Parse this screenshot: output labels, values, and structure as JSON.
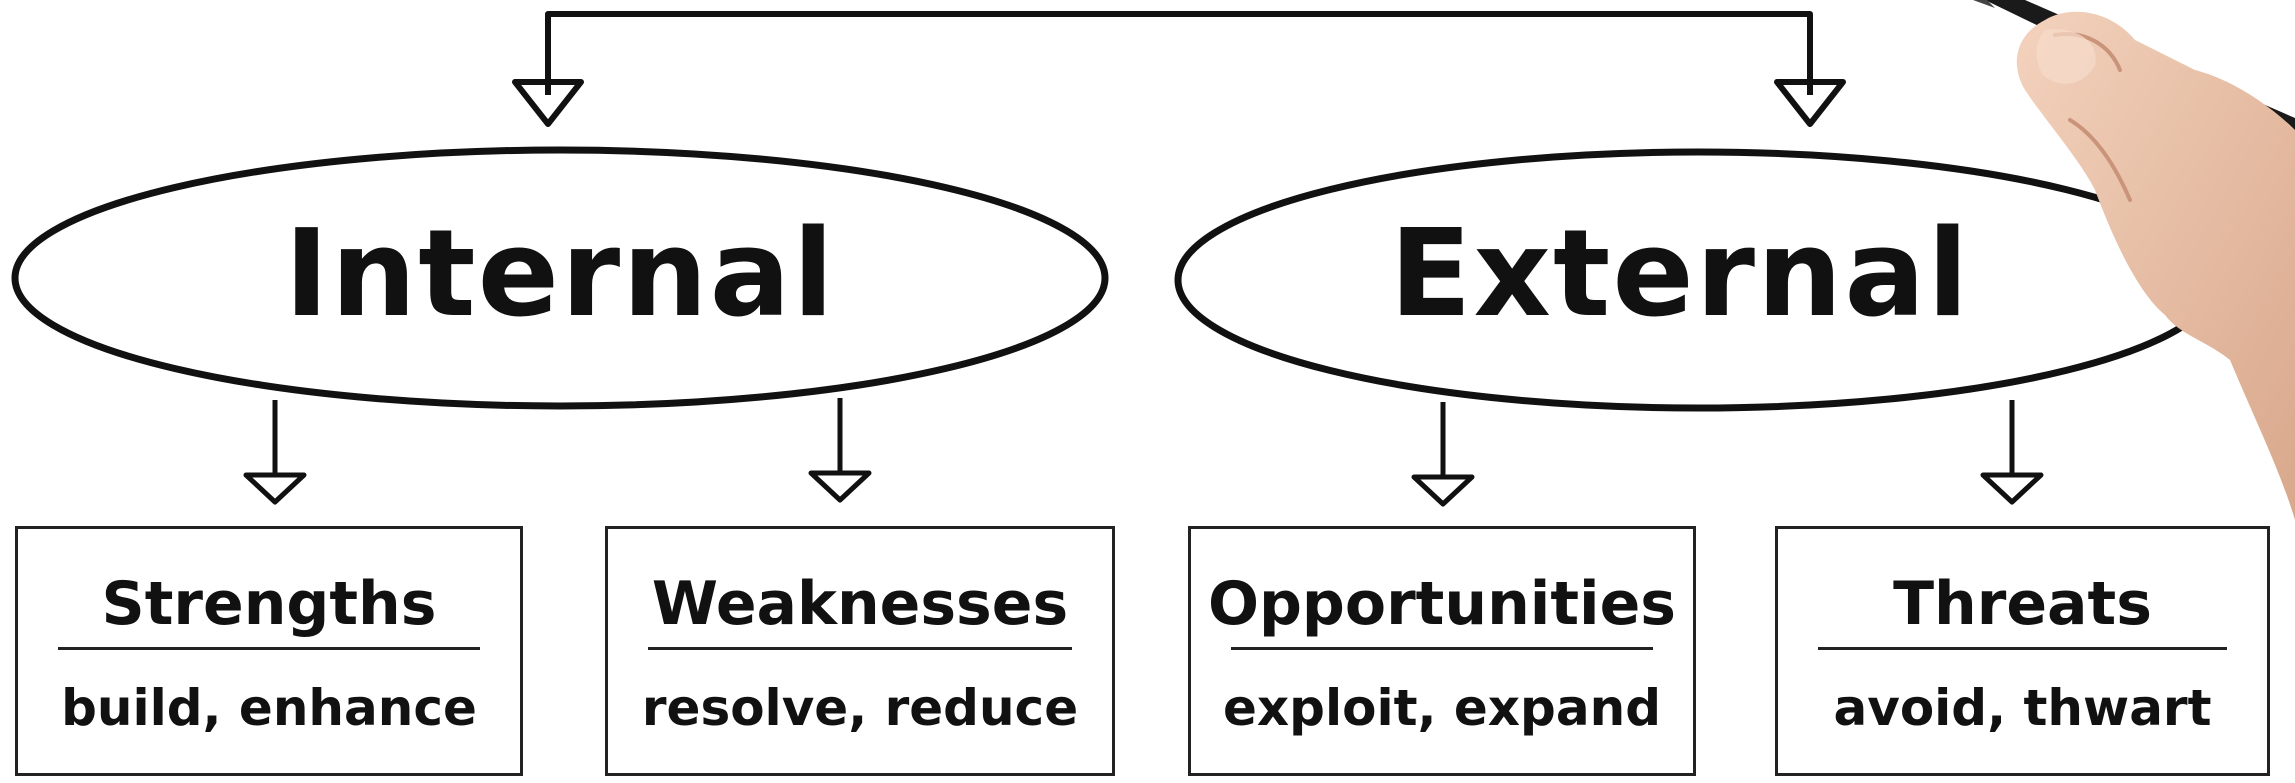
{
  "diagram": {
    "groups": [
      {
        "label": "Internal"
      },
      {
        "label": "External"
      }
    ],
    "boxes": [
      {
        "title": "Strengths",
        "subtitle": "build, enhance"
      },
      {
        "title": "Weaknesses",
        "subtitle": "resolve, reduce"
      },
      {
        "title": "Opportunities",
        "subtitle": "exploit, expand"
      },
      {
        "title": "Threats",
        "subtitle": "avoid, thwart"
      }
    ]
  }
}
